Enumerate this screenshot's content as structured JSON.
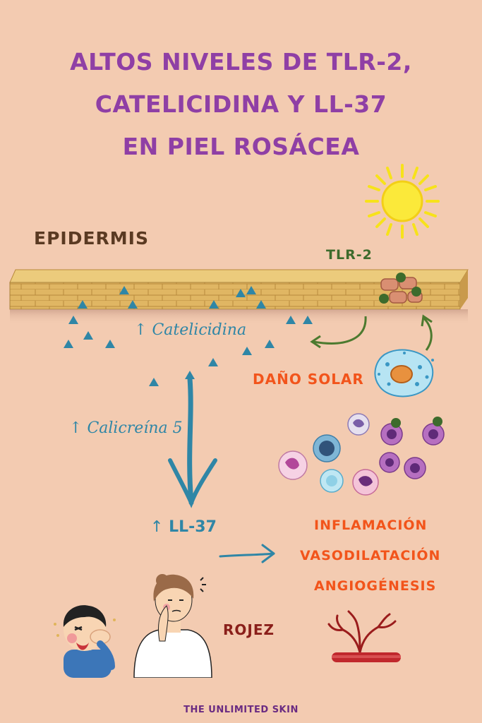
{
  "title_lines": [
    "ALTOS NIVELES DE TLR-2,",
    "CATELICIDINA Y LL-37",
    "EN PIEL ROSÁCEA"
  ],
  "labels": {
    "epidermis": "EPIDERMIS",
    "tlr2": "TLR-2",
    "catelicidina": "Catelicidina",
    "dano_solar": "DAÑO SOLAR",
    "calicreina": "Calicreína 5",
    "ll37": "LL-37",
    "rojez": "ROJEZ"
  },
  "effects": [
    "INFLAMACIÓN",
    "VASODILATACIÓN",
    "ANGIOGÉNESIS"
  ],
  "up_arrow": "↑",
  "footer": "THE UNLIMITED SKIN",
  "colors": {
    "background": "#f3cbb1",
    "title": "#8f3fa5",
    "epidermis_label": "#5a3a22",
    "tlr2_label": "#3d6b2c",
    "teal": "#2f86a6",
    "orange": "#f2541b",
    "rojez": "#8a1f1a",
    "footer": "#6a2b82"
  }
}
